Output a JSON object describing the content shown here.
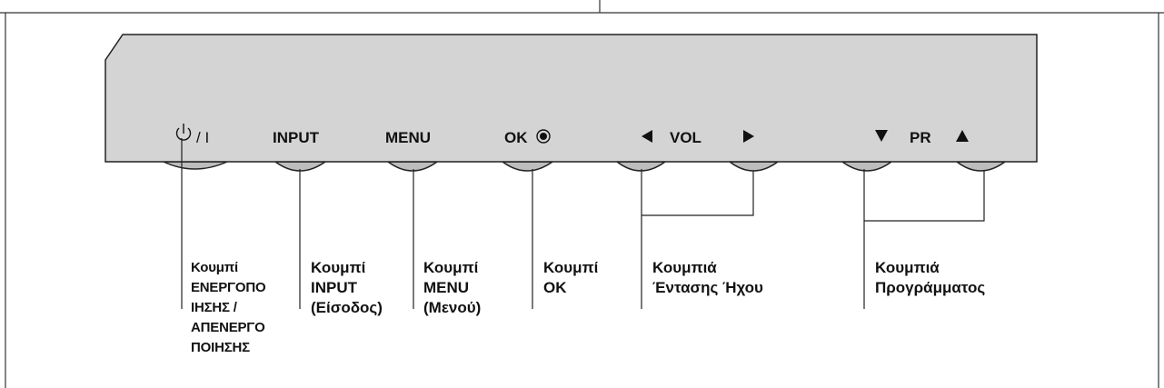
{
  "panel": {
    "labels": {
      "power": "/ I",
      "input": "INPUT",
      "menu": "MENU",
      "ok": "OK",
      "vol": "VOL",
      "pr": "PR"
    }
  },
  "callouts": {
    "power": [
      "Κουμπί",
      "ΕΝΕΡΓΟΠΟ",
      "ΙΗΣΗΣ /",
      "ΑΠΕΝΕΡΓΟ",
      "ΠΟΙΗΣΗΣ"
    ],
    "input": [
      "Κουμπί",
      "INPUT",
      "(Είσοδος)"
    ],
    "menu": [
      "Κουμπί",
      "MENU",
      "(Μενού)"
    ],
    "ok": [
      "Κουμπί",
      "OK"
    ],
    "volume": [
      "Κουμπιά",
      "Έντασης Ήχου"
    ],
    "program": [
      "Κουμπιά",
      "Προγράμματος"
    ]
  },
  "colors": {
    "panel_fill": "#d4d4d4",
    "button_fill": "#bdbdbd",
    "stroke": "#222222"
  },
  "icons": [
    "power-icon",
    "record-dot-icon",
    "triangle-left-icon",
    "triangle-right-icon",
    "triangle-down-icon",
    "triangle-up-icon"
  ]
}
